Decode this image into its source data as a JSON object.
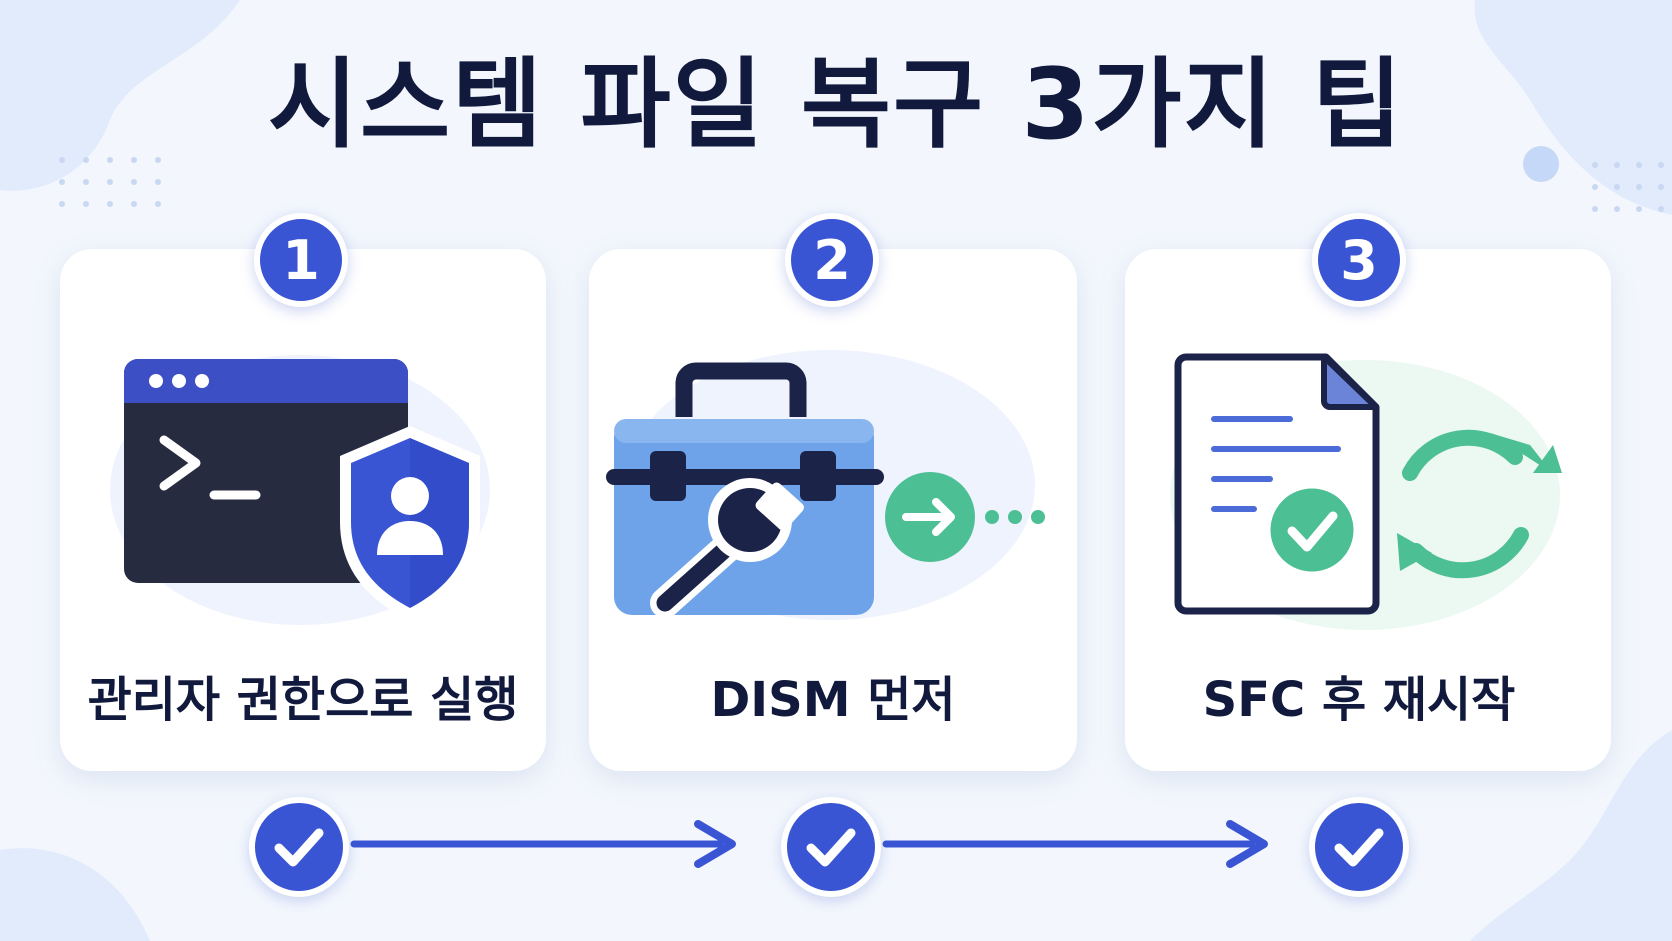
{
  "title": "시스템 파일 복구 3가지 팁",
  "colors": {
    "primary": "#3a55d4",
    "dark": "#1c2348",
    "green": "#4cbf94",
    "light_blue": "#6ea3ea"
  },
  "steps": [
    {
      "number": "1",
      "label": "관리자 권한으로 실행",
      "icon": "terminal-shield-icon"
    },
    {
      "number": "2",
      "label": "DISM 먼저",
      "icon": "toolbox-wrench-icon"
    },
    {
      "number": "3",
      "label": "SFC 후 재시작",
      "icon": "document-refresh-icon"
    }
  ],
  "progress": {
    "checks": [
      "check-icon",
      "check-icon",
      "check-icon"
    ],
    "arrows": [
      "arrow-right-icon",
      "arrow-right-icon"
    ]
  }
}
